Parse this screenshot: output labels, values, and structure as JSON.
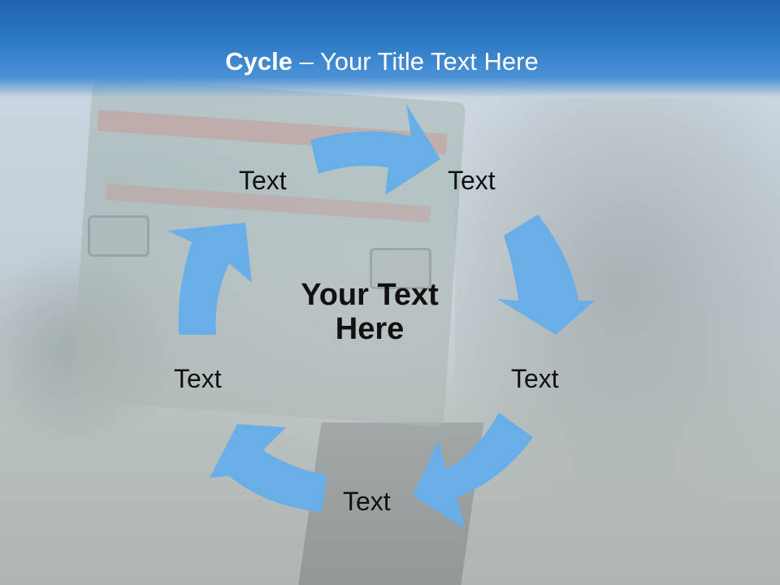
{
  "slide": {
    "title_bold": "Cycle",
    "title_rest": " – Your Title Text Here",
    "center_text_line1": "Your Text",
    "center_text_line2": "Here",
    "nodes": [
      {
        "label": "Text"
      },
      {
        "label": "Text"
      },
      {
        "label": "Text"
      },
      {
        "label": "Text"
      },
      {
        "label": "Text"
      }
    ]
  },
  "colors": {
    "banner": "#2f7bc6",
    "arrow": "#6aaee8",
    "title_text": "#ffffff",
    "body_text": "#111111"
  },
  "background_image": "blurred-train-on-tracks-photo"
}
